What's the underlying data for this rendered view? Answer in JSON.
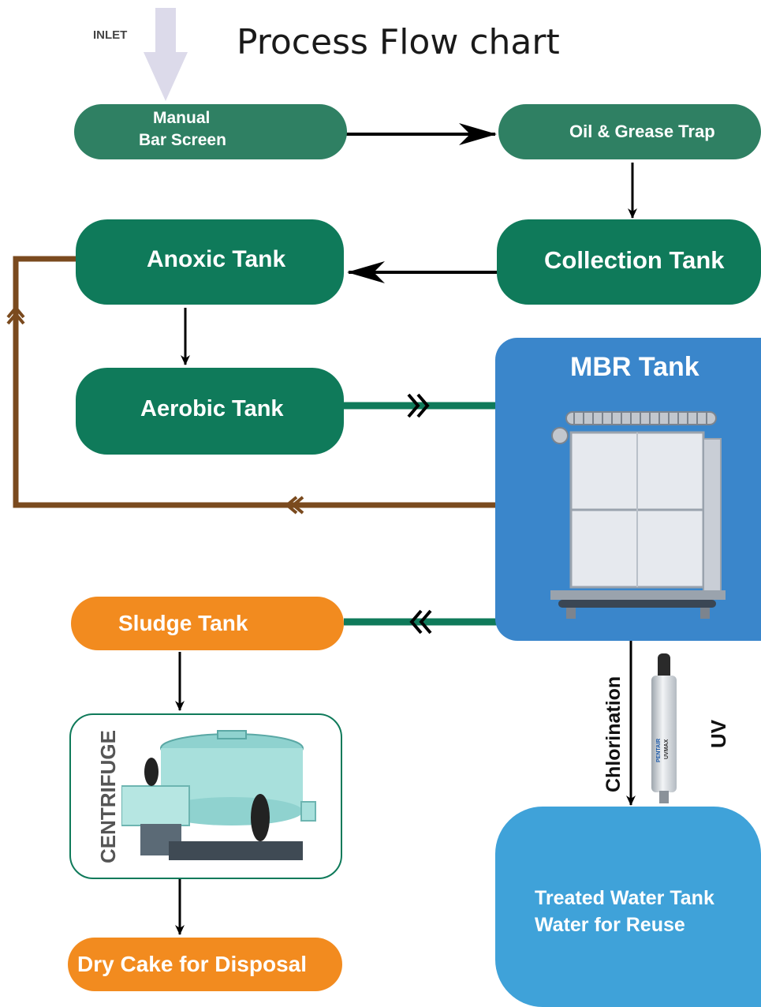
{
  "header": {
    "title": "Process Flow chart",
    "inlet_label": "INLET"
  },
  "nodes": {
    "bar_screen": {
      "line1": "Manual",
      "line2": "Bar Screen"
    },
    "grease_trap": {
      "label": "Oil & Grease Trap"
    },
    "collection_tank": {
      "label": "Collection Tank"
    },
    "anoxic_tank": {
      "label": "Anoxic Tank"
    },
    "aerobic_tank": {
      "label": "Aerobic Tank"
    },
    "mbr_tank": {
      "label": "MBR Tank"
    },
    "sludge_tank": {
      "label": "Sludge Tank"
    },
    "centrifuge": {
      "label": "CENTRIFUGE"
    },
    "dry_cake": {
      "label": "Dry Cake for Disposal"
    },
    "treated_tank": {
      "line1": "Treated Water Tank",
      "line2": "Water for Reuse"
    }
  },
  "edge_labels": {
    "chlorination": "Chlorination",
    "uv": "UV"
  },
  "uv_unit": {
    "brand": "PENTAIR",
    "model": "UVMAX"
  },
  "diagram": {
    "edges": [
      {
        "from": "inlet",
        "to": "bar_screen"
      },
      {
        "from": "bar_screen",
        "to": "grease_trap"
      },
      {
        "from": "grease_trap",
        "to": "collection_tank"
      },
      {
        "from": "collection_tank",
        "to": "anoxic_tank"
      },
      {
        "from": "anoxic_tank",
        "to": "aerobic_tank"
      },
      {
        "from": "aerobic_tank",
        "to": "mbr_tank"
      },
      {
        "from": "mbr_tank",
        "to": "anoxic_tank",
        "kind": "recirculation"
      },
      {
        "from": "mbr_tank",
        "to": "sludge_tank"
      },
      {
        "from": "sludge_tank",
        "to": "centrifuge"
      },
      {
        "from": "centrifuge",
        "to": "dry_cake"
      },
      {
        "from": "mbr_tank",
        "to": "treated_tank",
        "label": "Chlorination"
      }
    ]
  },
  "colors": {
    "green_pale": "#2f8063",
    "green_dark": "#0f7a5a",
    "orange": "#f28b1f",
    "mbr_blue": "#3a86cb",
    "treated_blue": "#3fa2d9",
    "recirculation_brown": "#7a4a1e",
    "pipe_teal": "#0f7a5a"
  }
}
